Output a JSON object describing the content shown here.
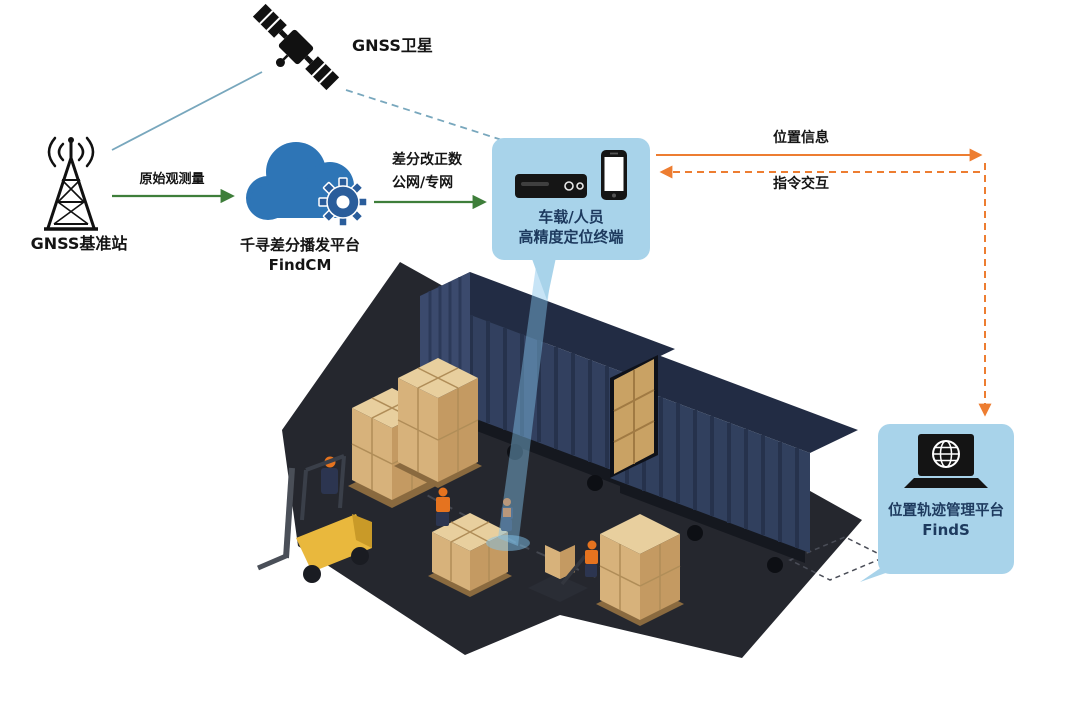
{
  "labels": {
    "satellite": "GNSS卫星",
    "base_station": "GNSS基准站",
    "raw_observation": "原始观测量",
    "correction_line1": "差分改正数",
    "correction_line2": "公网/专网",
    "cloud_platform": "千寻差分播发平台",
    "cloud_platform_name": "FindCM",
    "terminal_line1": "车载/人员",
    "terminal_line2": "高精度定位终端",
    "position_info": "位置信息",
    "command_interaction": "指令交互",
    "mgmt_platform": "位置轨迹管理平台",
    "mgmt_platform_name": "FindS"
  },
  "icons": {
    "satellite": "gnss-satellite-icon",
    "base_station": "antenna-tower-icon",
    "cloud": "cloud-icon",
    "gear": "gear-icon",
    "receiver": "vehicle-receiver-icon",
    "smartphone": "smartphone-icon",
    "laptop_globe": "laptop-globe-icon"
  },
  "colors": {
    "green_arrow": "#3e7e3a",
    "orange_arrow": "#ed7d31",
    "link_blue": "#78a7bd",
    "panel_blue": "#a8d3ea",
    "panel_text": "#1d3a5e",
    "cloud_blue": "#2e75b6",
    "gear_blue": "#2a5d9b",
    "container_navy": "#32405f",
    "box_tan": "#d7b27b",
    "platform_dark": "#25272e"
  }
}
